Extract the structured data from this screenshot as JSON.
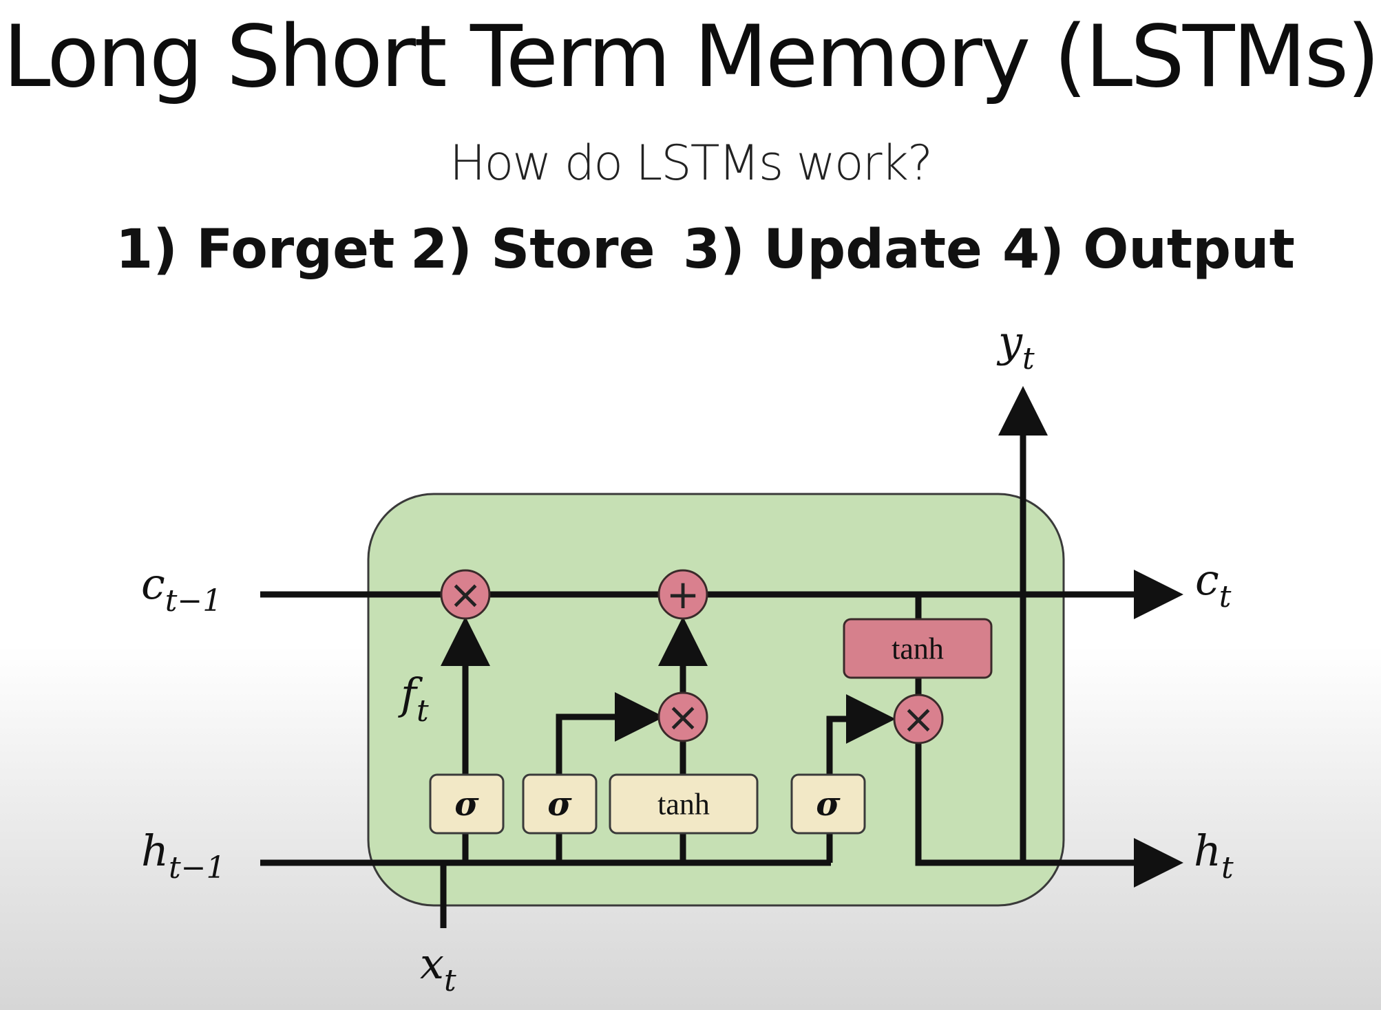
{
  "title": "Long Short Term Memory (LSTMs)",
  "subtitle": "How do LSTMs work?",
  "steps": [
    {
      "label": "1) Forget"
    },
    {
      "label": "2) Store"
    },
    {
      "label": "3) Update"
    },
    {
      "label": "4) Output"
    }
  ],
  "diagram": {
    "colors": {
      "cell_fill": "#c6e0b4",
      "cell_stroke": "#3a3a3a",
      "gate_fill": "#f2e8c6",
      "op_fill": "#d9808e",
      "tanh_output_fill": "#d6808c",
      "line": "#111111"
    },
    "variables": {
      "c_prev": {
        "base": "c",
        "sub": "t−1"
      },
      "h_prev": {
        "base": "h",
        "sub": "t−1"
      },
      "c_next": {
        "base": "c",
        "sub": "t"
      },
      "h_next": {
        "base": "h",
        "sub": "t"
      },
      "x": {
        "base": "x",
        "sub": "t"
      },
      "y": {
        "base": "y",
        "sub": "t"
      },
      "f": {
        "base": "f",
        "sub": "t"
      }
    },
    "gates": {
      "forget": "σ",
      "input": "σ",
      "candidate": "tanh",
      "output": "σ",
      "cell_tanh": "tanh"
    },
    "ops": {
      "multiply": "×",
      "add": "+"
    }
  }
}
